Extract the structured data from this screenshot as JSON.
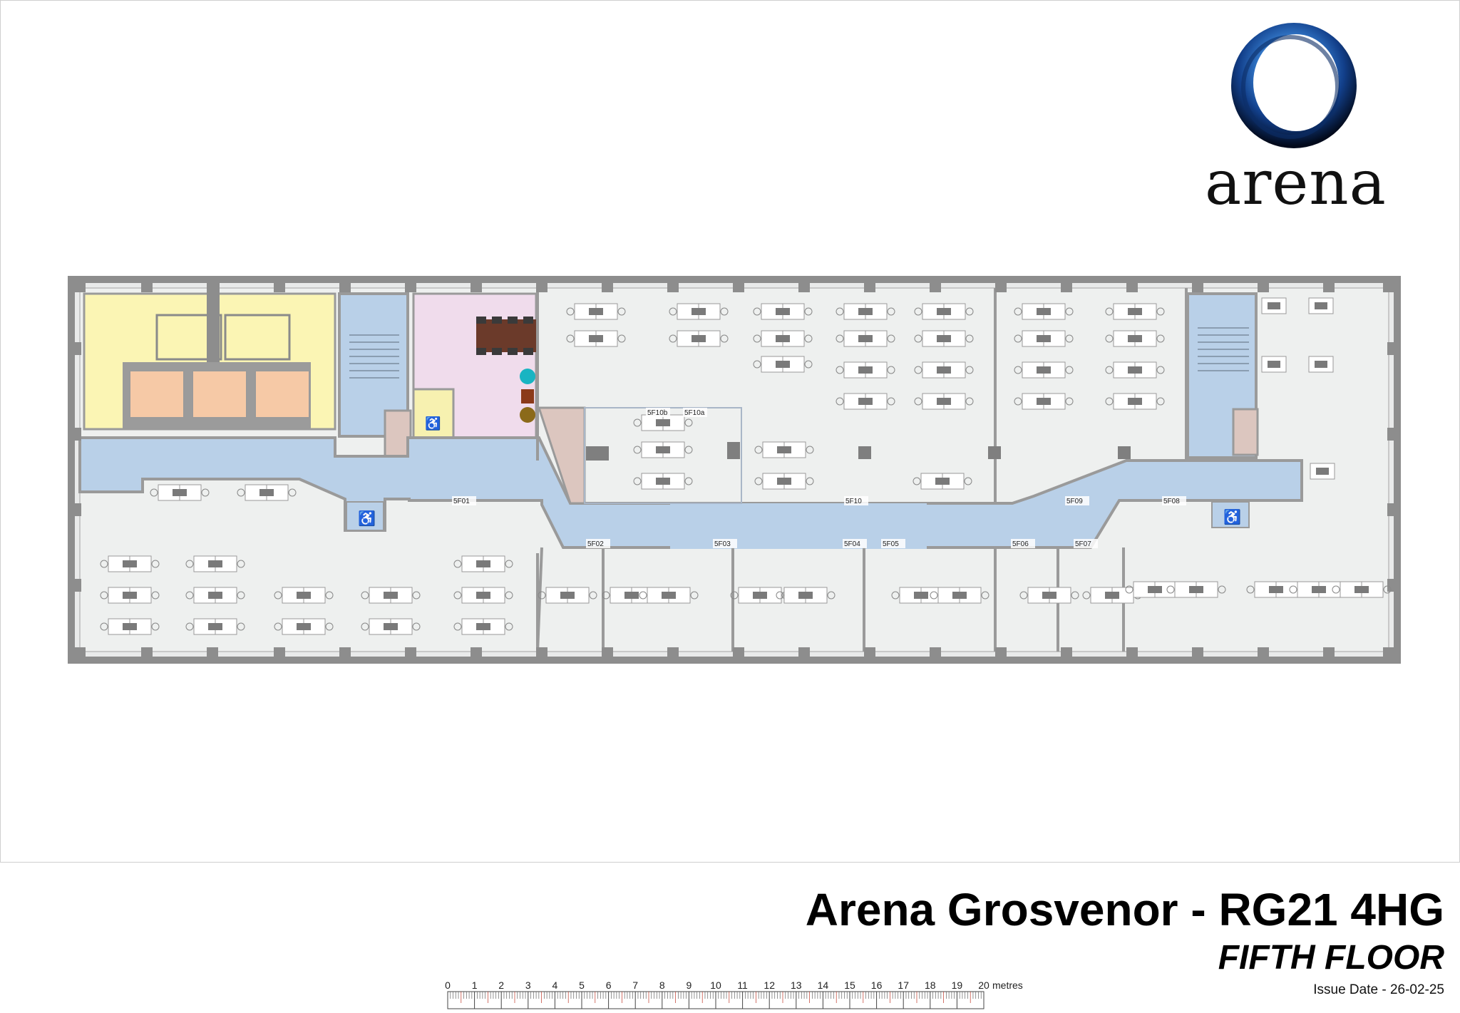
{
  "logo": {
    "wordmark": "arena"
  },
  "title_block": {
    "building": "Arena Grosvenor - RG21 4HG",
    "floor": "FIFTH FLOOR",
    "issue_date": "Issue Date - 26-02-25"
  },
  "scale": {
    "ticks": [
      "0",
      "1",
      "2",
      "3",
      "4",
      "5",
      "6",
      "7",
      "8",
      "9",
      "10",
      "11",
      "12",
      "13",
      "14",
      "15",
      "16",
      "17",
      "18",
      "19",
      "20"
    ],
    "unit": "metres"
  },
  "rooms": {
    "north": [
      "5F10b",
      "5F10a"
    ],
    "corridor": [
      "5F01",
      "5F10",
      "5F09",
      "5F08"
    ],
    "south": [
      "5F02",
      "5F03",
      "5F04",
      "5F05",
      "5F06",
      "5F07"
    ]
  },
  "colors": {
    "wall": "#9a9a9a",
    "floor": "#ececec",
    "corridor": "#b9d0e8",
    "toilets": "#fbf5b4",
    "lift_core": "#f6c9a6",
    "meeting": "#f0dcec",
    "accessible_wc": "#f7f1b0",
    "kitchen": "#dcc6bf",
    "accessible_symbol": "#d0312d",
    "logo_blue": "#1a5fb4"
  }
}
